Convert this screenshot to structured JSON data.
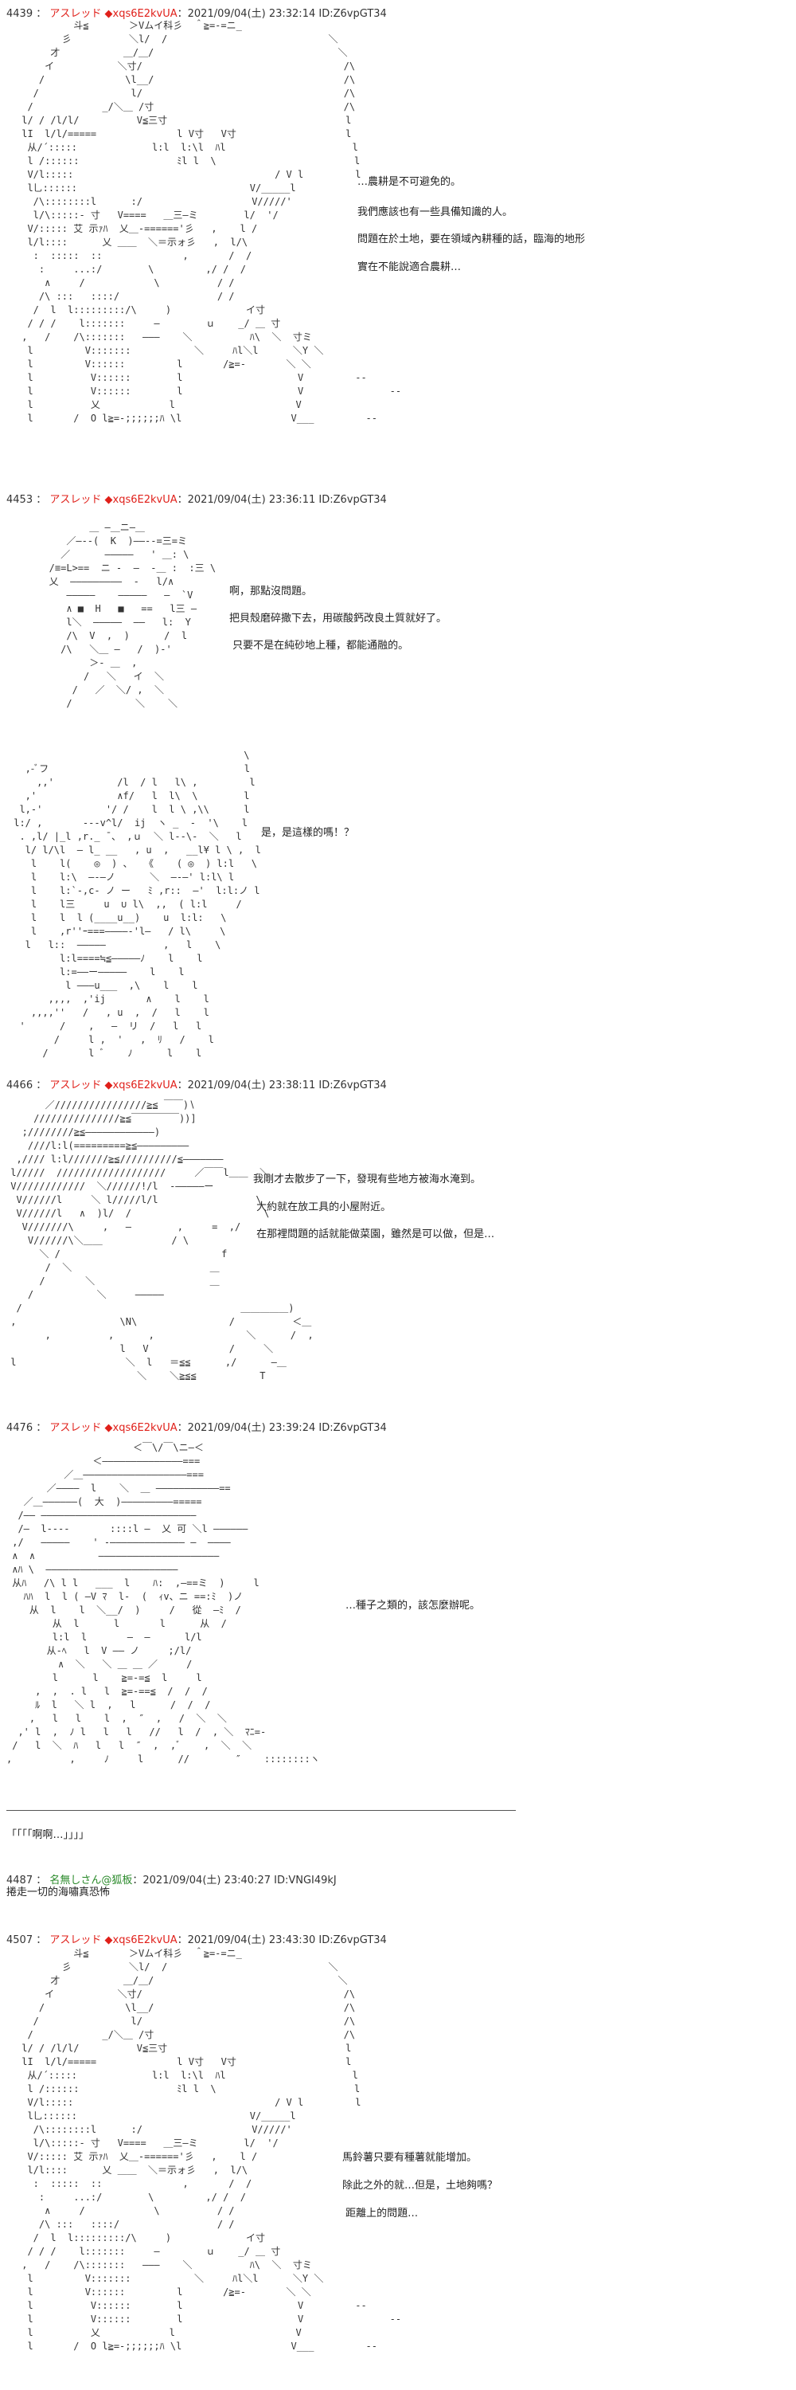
{
  "posts": [
    {
      "num": "4439",
      "name": "アスレッド",
      "trip": "◆xqs6E2kvUA",
      "datetime": "2021/09/04(土) 23:32:14 ID:Z6vpGT34",
      "art": "          斗≦       ＞Vムイ科彡  ＾≧=-=ニ_\n        彡          ＼l/  /                            ＼\n      才           ＿/＿/                                ＼\n     イ           ＼寸/                                   /\\\n    /              \\l__/                                 /\\\n   /                l/                                   /\\\n  /            _/＼＿ /寸                                 /\\\n l/ / /l/l/          V≦三寸                               l\n lI  l/l/=====              l V寸   V寸                   l\n  从/´:::::             l:l  l:\\l  ﾊl                      l\n  l /::::::                 ﾐl l  \\                        l\n  V/l:::::                                   / V l         l\n  l乚::::::                              V/_____l\n   /\\::::::::l      :/                   V/////'\n   l/\\:::::- 寸   V====   ＿三―ミ        l/  '/\n  V/::::: 艾 示ｧﾊ  乂＿-======'彡   ,    l /\n  l/l::::      乂 ＿＿  ＼＝示ォ彡   ,  l/\\\n   :  :::::  ::              ,       /  /\n    :     ...:/        \\         ,/ /  /\n     ∧     /            \\          / /\n    /\\ :::   ::::/                 / /\n   /  l  l:::::::::/\\     )             イ寸\n  / / /    l:::::::     ―        ｕ    _/ ＿ 寸\n ,   /    /\\:::::::   ―――    ＼          ﾊ\\  ＼  寸ミ\n  l         V:::::::           ＼     ﾊl＼l      ＼Y ＼\n  l         V::::::         l       /≧=-       ＼ ＼\n  l          V::::::        l                    V         --\n  l          V::::::        l                    V               --\n  l          乂            l                     V\n  l       /  O l≧=-;;;;;;ﾊ \\l                   V___         --",
      "lines": [
        "…農耕是不可避免的。",
        "我們應該也有一些具備知識的人。",
        "問題在於土地，要在領域內耕種的話，臨海的地形",
        "實在不能說適合農耕…"
      ]
    },
    {
      "num": "4453",
      "name": "アスレッド",
      "trip": "◆xqs6E2kvUA",
      "datetime": "2021/09/04(土) 23:36:11 ID:Z6vpGT34",
      "art": "          ＿ ―＿ニ―＿\n      ／―--(  K  )――--=三=ミ\n     ／      ―――――   ' ＿: \\\n   /≡=L>==  ニ -  ―  -＿ :  :三 \\\n   乂  ―――――――――  -   l/∧\n      ―――――    ―――――   ―  `V  \n      ∧ ■  H   ■   ==   l三 ―\n      l＼  ―――――  ――   l:  Y\n      /\\  V  ,  )      /  l\n     /\\   ＼＿ ―   /  )-'\n          ＞- ＿  ,\n         /   ＼   イ  ＼\n       /   ／  ＼/ ,  ＼\n      /           ＼    ＼",
      "lines": [
        "啊，那點沒問題。",
        "把貝殼磨碎撒下去，用碳酸鈣改良土質就好了。",
        " 只要不是在純砂地上種，都能通融的。"
      ]
    },
    {
      "num": "",
      "name": "",
      "trip": "",
      "datetime": "",
      "art": "                                         \\\n   ,-ﾞフ                                  l\n     ,,'           /l  / l   l\\ ,         l\n   ,'              ∧f/   l  l\\  \\        l\n  l,-'           '/ /    l  l \\ ,\\\\      l\n l:/ ,       ---v^l/  ij  ヽ _  -  '\\    l\n  . ,l/ |_l ,r._ ̄ 、 ,ｕ  ＼ l--\\-  ＼   l\n   l/ l/\\l  ― l_ __   , u  ,   __l¥ l \\ ,  l\n    l    l(    ◎  ) 、  《    ( ◎  ) l:l   \\\n    l    l:\\  ―-―ノ      ＼  ―-―' l:l\\ l\n    l    l:`-,c- ノ ー   ﾐ ,r::  ―'  l:l:ノ l\n    l    l三     u  ∪ l\\  ,,  ( l:l     /\n    l    l  l (____u__)    u  l:l:   \\\n    l    ,r''ｰ===――――‐'l―   / l\\     \\\n   l   l::  ―――――          ,   l    \\\n         l:l====≒≦―――――ﾉ    l    l\n         l:=――ー―――――    l    l\n          l ―――u___  ,\\    l    l\n       ,,,,  ,'ij       ∧    l    l\n    ,,,,''   /   , u  ,  /   l    l\n  '      /    ,   ―  リ  /   l   l\n        /     l ,  '   ,  ﾘ   /    l\n      /       l ﾞ    ﾉ      l    l",
      "lines": [
        "是，是這樣的嗎！？"
      ]
    },
    {
      "num": "4466",
      "name": "アスレッド",
      "trip": "◆xqs6E2kvUA",
      "datetime": "2021/09/04(土) 23:38:11 ID:Z6vpGT34",
      "art": "       ／////////////////≧≦ ￣￣)∖\n     ///////////////≧≦￣￣￣￣￣))]\n   ;////////≧≦――――――――――――)\n    ////l:l(=========≧≦―――――――――\n  ,//// l:l///////≧≦//////////≦―――――――\n l/////  ///////////////////     ／￣￣l＿＿  ＼\n V////////////  ＼//////!/l  ‐―――――ー\n  V//////l     ＼ l/////l/l                 \\\n  V//////l   ∧  )l/  /                       \\\n   V///////\\     ,   ―        ,     =  ,/\n    V//////\\＼＿＿            / \\\n      ＼ /                            f\n       /  ＼                        ＿\n      /       ＼                    ＿\n    /           ＼     ―――――\n  /                                      ＿＿＿＿＿)\n ,                  \\N\\                /          ＜＿\n       ,          ,      ,                ＼      /  ,\n                    l   V              /     ＼\n l                   ＼  l   ＝≦≦      ,/      ―＿\n                       ＼    ＼≧≦≦           T",
      "lines": [
        "我剛才去散步了一下，發現有些地方被海水淹到。",
        " 大約就在放工具的小屋附近。",
        " 在那裡問題的話就能做菜園，雖然是可以做，但是…"
      ]
    },
    {
      "num": "4476",
      "name": "アスレッド",
      "trip": "◆xqs6E2kvUA",
      "datetime": "2021/09/04(土) 23:39:24 ID:Z6vpGT34",
      "art": "                      ＜￣\\/￣\\ニ―＜\n               ＜――――――――――――――===\n          ／＿――――――――――――――――――===\n       ／――――  l    ＼  ＿ ―――――――――――==\n   ／＿――――――(  大  )―――――――――=====\n  /―― ―――――――――――――――――――――――――――\n  /―  l----       ::::l ―  乂 可 ＼l ――――――\n ,/   ―――――    ' -――――――――――――― ―  ――――\n ∧  ∧           ―――――――――――――――――――――\n ∧ﾊ \\  ―――――――――――――――――――――――\n 从ﾊ   /\\ l l   ___  l    ﾊ:  ,―==ミ  )     l\n   ﾊﾊ  l  l ( ―V ﾏ  l-  (  ｨv、ニ ==:ﾐ  )ノ\n    从  l    l  ＼__/  )     /   從  ―ﾐ  /\n        从  l      l       l      从  /\n        l:l  l       ―  ―      l/l\n       从-ﾍ   l  V ―― ノ     ;/l/\n         ∧  ＼   ＼ ＿ ＿ ／     /\n        l      l    ≧=-=≦  l     l\n     ,  ,  . l   l  ≧=-==≦  /  /  /\n     ﾙ  l   ＼ l  ,   l      /  /  /\n    ,   l   l    l  ,  ″  ,   /  ＼  ＼\n  ,' l  ,  ﾉ l   l   l   //   l  /  , ＼  ﾏﾆ=-\n /   l  ＼  ﾊ   l   l  ″  ,  ,ﾞ    ,  ＼  ＼\n,          ,     ﾉ     l      //        ″    ::::::::ヽ",
      "lines": [
        "…種子之類的，該怎麼辦呢。"
      ]
    }
  ],
  "interjection": "「「「「啊啊…」」」」",
  "reply": {
    "num": "4487",
    "name": "名無しさん@狐板",
    "datetime": "2021/09/04(土) 23:40:27 ID:VNGI49kJ",
    "body": "捲走一切的海嘯真恐怖"
  },
  "last": {
    "num": "4507",
    "name": "アスレッド",
    "trip": "◆xqs6E2kvUA",
    "datetime": "2021/09/04(土) 23:43:30 ID:Z6vpGT34",
    "lines": [
      "馬鈴薯只要有種薯就能增加。",
      "除此之外的就…但是，土地夠嗎？",
      " 距離上的問題…"
    ]
  }
}
